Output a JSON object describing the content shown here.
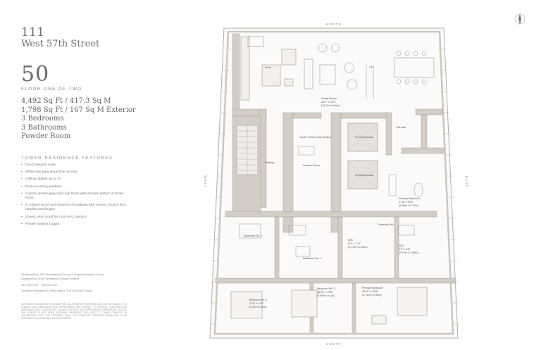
{
  "building": {
    "line1": "111",
    "line2": "West 57th Street"
  },
  "floor": {
    "number": "50",
    "subtitle": "FLOOR ONE OF TWO"
  },
  "stats": [
    "4,492 Sq Ft / 417.3 Sq M",
    "1,798 Sq Ft / 167 Sq M Exterior",
    "3 Bedrooms",
    "3 Bathrooms",
    "Powder Room"
  ],
  "features": {
    "title": "TOWER RESIDENCE FEATURES",
    "items": [
      "Direct elevator entry",
      "White macauba stone floor at entry",
      "Ceiling heights up to 14'",
      "Floor-to-ceiling windows",
      "Custom smoke-gray solid oak floors with intricate pattern in Great Room",
      "9' custom doors and transoms throughout with custom, bronze door handles and hinges",
      "Zoned, year round fan coil HVAC system",
      "Private outdoor Loggia"
    ]
  },
  "credits": {
    "developer": "Developed by JDS Development Group & Property Markets Group",
    "designer": "Designed by SHoP Architects & Studio Sofield",
    "contact": "212 933 3737  ·  111W57.com",
    "marketing": "Exclusive Marketing & Sales Agent: The Corcoran Group"
  },
  "disclaimer": "SKETCHES SHOWN ARE PROVIDED FOR ILLUSTRATIVE PURPOSES AND MAY BE SUBJECT TO CHANGE. ALL DIMENSIONS ARE APPROXIMATE AND SUBJECT TO NORMAL CONSTRUCTION VARIANCES AND TOLERANCES. SQUARE FOOTAGE AND APPROXIMATE DIMENSIONS EXCEED THE USABLE FLOOR AREA. SPONSOR RESERVES THE RIGHT TO MAKE CHANGES IN ACCORDANCE WITH THE OFFERING PLAN. THE COMPLETE OFFERING TERMS ARE IN AN OFFERING PLAN AVAILABLE FROM SPONSOR.",
  "compass": {
    "north": "NORTH",
    "south": "SOUTH",
    "east": "EAST",
    "west": "WEST"
  },
  "rooms": {
    "great_room": "Great Room",
    "great_room_dim": "30'1\" x 23'0\"",
    "great_room_metric": "(13.2m x 6.4m)",
    "gallery": "North / South View Gallery",
    "private_elevator_1": "Private Elevator",
    "private_elevator_2": "Private Elevator",
    "hallway": "Hallway",
    "powder_room": "Powder Room",
    "wet_bar": "Wet Bar",
    "primary_bathroom": "Primary Bathroom",
    "primary_bathroom_dim": "17'8\" x 13'3\"",
    "primary_bathroom_metric": "(5.38m x 2.17m)",
    "dressing_hall": "Dressing Hall",
    "wic1": "WIC",
    "wic1_dim": "9'2\" x 7'11\"",
    "wic1_metric": "(2.79m x 2.41m)",
    "wic2": "WIC",
    "wic2_dim": "9'2\" x 8'6\"",
    "wic2_metric": "(2.79m x 2.59m)",
    "bathroom2": "Bathroom No. 2",
    "bathroom3": "Bathroom No. 3",
    "bedroom2": "Bedroom No. 2",
    "bedroom2_dim": "17'8\" x 13'7\"",
    "bedroom2_metric": "(5.38 x 4.14m)",
    "bedroom3": "Bedroom No. 3",
    "bedroom3_dim": "18'11\" x 13'8\"",
    "bedroom3_metric": "(4.69m x 4.16)",
    "primary_bedroom": "Primary Bedroom",
    "primary_bedroom_dim": "18'11\" x 13'8\"",
    "primary_bedroom_metric": "(5.76m x 4.16m)",
    "kitchen_label": "Wine",
    "up": "Up"
  },
  "colors": {
    "wall": "#cdc6bf",
    "line": "#8c857e",
    "accent": "#6d6d6d"
  }
}
